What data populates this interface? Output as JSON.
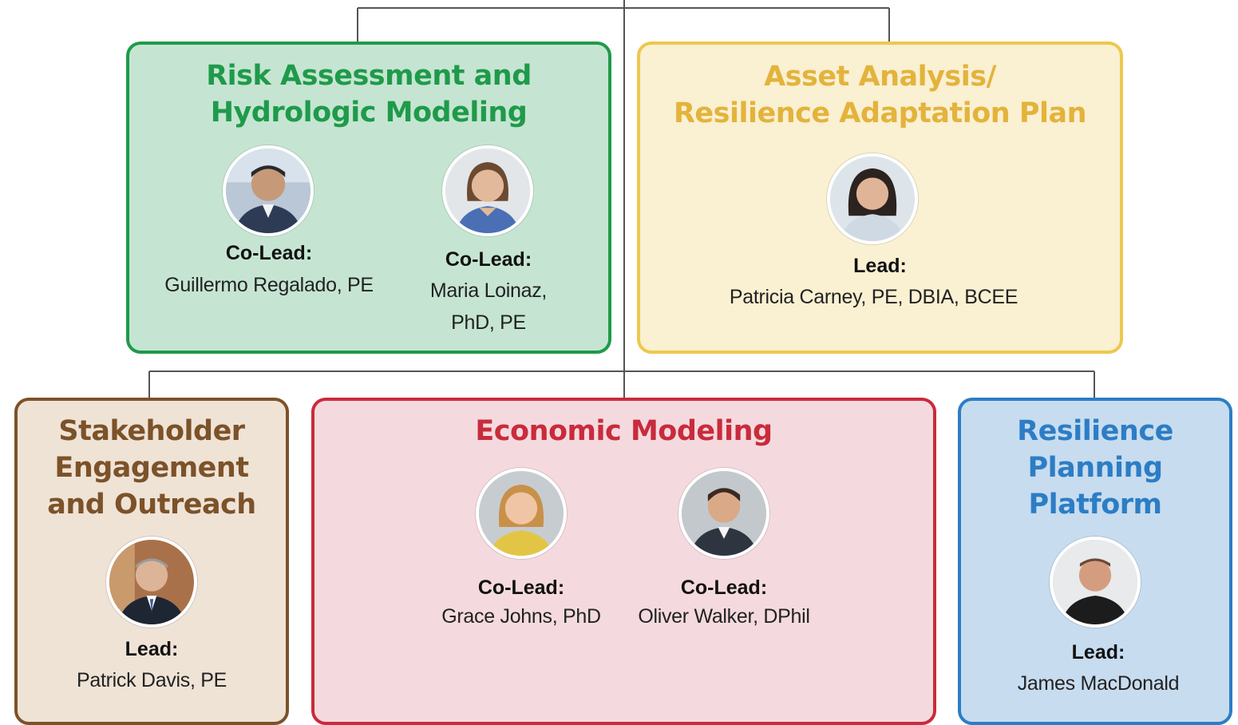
{
  "colors": {
    "connector": "#555555",
    "green_border": "#1f9a4a",
    "green_fill": "#c5e5d2",
    "green_title": "#1f9a4a",
    "yellow_border": "#edc84d",
    "yellow_fill": "#faf0d2",
    "yellow_title": "#e3b33b",
    "brown_border": "#7c5229",
    "brown_fill": "#efe3d6",
    "brown_title": "#7c5229",
    "red_border": "#c92b3c",
    "red_fill": "#f4dade",
    "red_title": "#c92b3c",
    "blue_border": "#2c7dc5",
    "blue_fill": "#c7dcef",
    "blue_title": "#2c7dc5"
  },
  "groups": {
    "risk": {
      "title": [
        "Risk Assessment and",
        "Hydrologic Modeling"
      ],
      "members": [
        {
          "role": "Co-Lead:",
          "name": [
            "Guillermo Regalado, PE"
          ]
        },
        {
          "role": "Co-Lead:",
          "name": [
            "Maria Loinaz,",
            "PhD, PE"
          ]
        }
      ]
    },
    "asset": {
      "title": [
        "Asset Analysis/",
        "Resilience Adaptation Plan"
      ],
      "members": [
        {
          "role": "Lead:",
          "name": [
            "Patricia Carney, PE, DBIA, BCEE"
          ]
        }
      ]
    },
    "stakeholder": {
      "title": [
        "Stakeholder",
        "Engagement",
        "and Outreach"
      ],
      "members": [
        {
          "role": "Lead:",
          "name": [
            "Patrick Davis, PE"
          ]
        }
      ]
    },
    "economic": {
      "title": [
        "Economic Modeling"
      ],
      "members": [
        {
          "role": "Co-Lead:",
          "name": [
            "Grace Johns, PhD"
          ]
        },
        {
          "role": "Co-Lead:",
          "name": [
            "Oliver Walker, DPhil"
          ]
        }
      ]
    },
    "platform": {
      "title": [
        "Resilience",
        "Planning",
        "Platform"
      ],
      "members": [
        {
          "role": "Lead:",
          "name": [
            "James MacDonald"
          ]
        }
      ]
    }
  }
}
